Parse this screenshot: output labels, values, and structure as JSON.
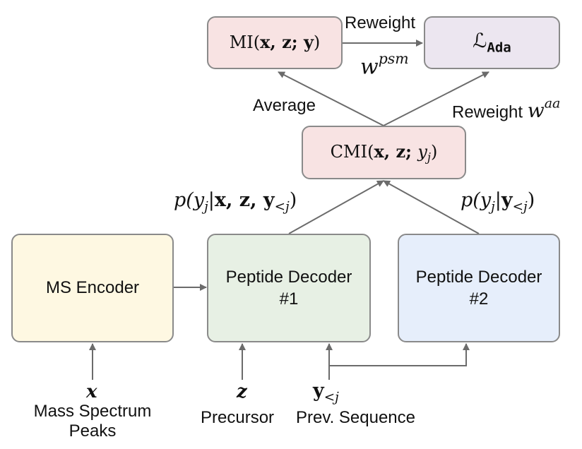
{
  "colors": {
    "mi_fill": "#f8e3e3",
    "ada_fill": "#ece6f0",
    "cmi_fill": "#f8e3e3",
    "ms_fill": "#fef8e2",
    "dec1_fill": "#e7f0e4",
    "dec2_fill": "#e6eefb",
    "stroke": "#8a8a8a",
    "arrow": "#6b6b6b"
  },
  "nodes": {
    "mi": {
      "text_pre": "MI(",
      "text_args": "x, z; y",
      "text_post": ")"
    },
    "ada": {
      "symbol": "ℒ",
      "subscript": "Ada"
    },
    "cmi": {
      "text_pre": "CMI(",
      "text_args": "x, z; ",
      "text_var": "y",
      "text_sub": "j",
      "text_post": ")"
    },
    "ms_encoder": {
      "label": "MS Encoder"
    },
    "decoder1": {
      "label": "Peptide Decoder\n#1"
    },
    "decoder2": {
      "label": "Peptide Decoder\n#2"
    }
  },
  "edges": {
    "reweight_top": "Reweight",
    "w_psm": {
      "base": "w",
      "sup": "psm"
    },
    "average": "Average",
    "reweight_right": "Reweight",
    "w_aa": {
      "base": "w",
      "sup": "aa"
    },
    "p_left": {
      "pre": "p(",
      "var": "y",
      "sub": "j",
      "mid": "|",
      "args": "x, z, y",
      "args_sub": "<j",
      "post": ")"
    },
    "p_right": {
      "pre": "p(",
      "var": "y",
      "sub": "j",
      "mid": "|",
      "args": "y",
      "args_sub": "<j",
      "post": ")"
    }
  },
  "inputs": {
    "x_symbol": "x",
    "x_caption": "Mass Spectrum\nPeaks",
    "z_symbol": "z",
    "z_caption": "Precursor",
    "y_symbol": "y",
    "y_sub": "<j",
    "y_caption": "Prev. Sequence"
  }
}
